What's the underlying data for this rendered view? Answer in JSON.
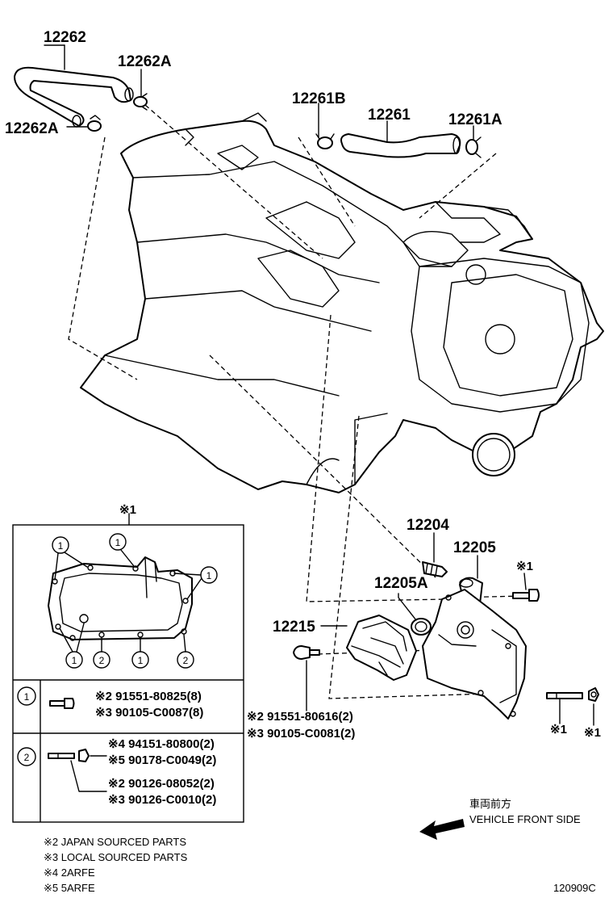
{
  "parts": {
    "p12262": "12262",
    "p12262A_top": "12262A",
    "p12262A_left": "12262A",
    "p12261B": "12261B",
    "p12261": "12261",
    "p12261A": "12261A",
    "p12204": "12204",
    "p12205": "12205",
    "p12205A": "12205A",
    "p12215": "12215"
  },
  "callouts": {
    "gasket_box_mark": "※1",
    "bolt_right_mark": "※1",
    "stud_mark": "※1",
    "nut_mark": "※1",
    "bolt_12215_line1": "※2 91551-80616(2)",
    "bolt_12215_line2": "※3 90105-C0081(2)"
  },
  "gasket_box": {
    "circle_1": "1",
    "circle_2": "2",
    "row1_label": "1",
    "row1_line1": "※2 91551-80825(8)",
    "row1_line2": "※3 90105-C0087(8)",
    "row2_label": "2",
    "row2_line1": "※4 94151-80800(2)",
    "row2_line2": "※5 90178-C0049(2)",
    "row2_line3": "※2 90126-08052(2)",
    "row2_line4": "※3 90126-C0010(2)"
  },
  "direction": {
    "japanese": "車両前方",
    "english": "VEHICLE FRONT SIDE"
  },
  "notes": [
    "※2  JAPAN SOURCED PARTS",
    "※3  LOCAL SOURCED PARTS",
    "※4  2ARFE",
    "※5  5ARFE"
  ],
  "diagram_code": "120909C"
}
